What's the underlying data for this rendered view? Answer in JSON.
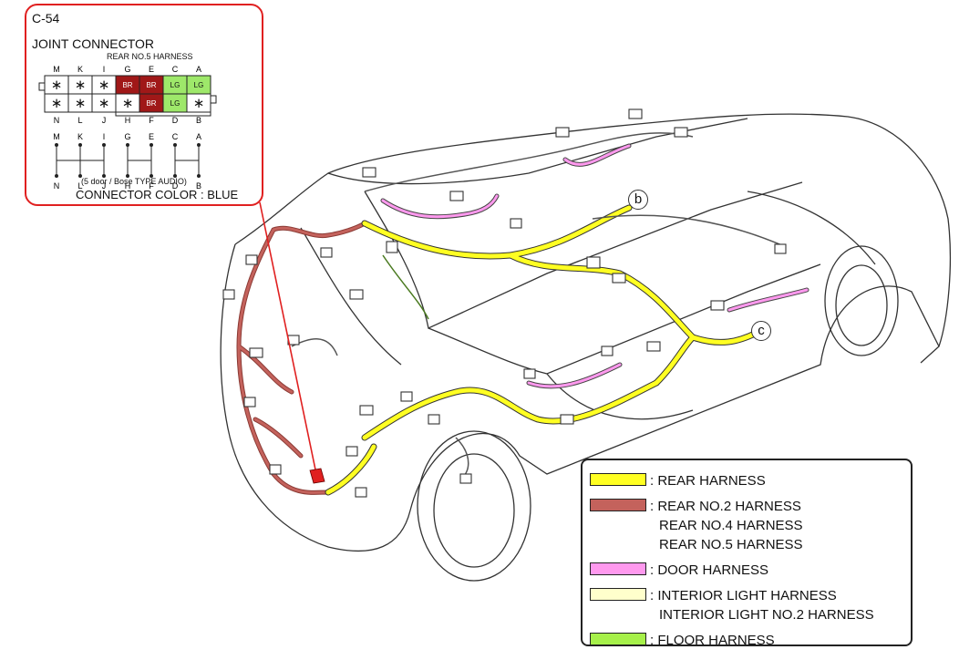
{
  "connector": {
    "code": "C-54",
    "name": "JOINT CONNECTOR",
    "harness_label": "REAR NO.5 HARNESS",
    "top_letters": [
      "M",
      "K",
      "I",
      "G",
      "E",
      "C",
      "A"
    ],
    "bottom_letters": [
      "N",
      "L",
      "J",
      "H",
      "F",
      "D",
      "B"
    ],
    "top_cells": [
      "∗",
      "∗",
      "∗",
      "BR",
      "BR",
      "LG",
      "LG"
    ],
    "bottom_cells": [
      "∗",
      "∗",
      "∗",
      "∗",
      "BR",
      "LG",
      "∗"
    ],
    "top_fill": [
      "#ffffff",
      "#ffffff",
      "#ffffff",
      "#a01818",
      "#a01818",
      "#9ee86a",
      "#9ee86a"
    ],
    "bottom_fill": [
      "#ffffff",
      "#ffffff",
      "#ffffff",
      "#ffffff",
      "#a01818",
      "#9ee86a",
      "#ffffff"
    ],
    "note": "(5 door / Bose TYPE AUDIO)",
    "color_label": "CONNECTOR COLOR : BLUE"
  },
  "markers": {
    "b": "b",
    "c": "c"
  },
  "legend": {
    "rows": [
      {
        "color": "#ffff22",
        "lines": [
          ": REAR HARNESS"
        ]
      },
      {
        "color": "#c4625c",
        "lines": [
          ": REAR NO.2 HARNESS",
          "REAR NO.4 HARNESS",
          "REAR NO.5 HARNESS"
        ]
      },
      {
        "color": "#ff99ee",
        "lines": [
          ": DOOR HARNESS"
        ]
      },
      {
        "color": "#ffffcc",
        "lines": [
          ": INTERIOR LIGHT HARNESS",
          "INTERIOR LIGHT NO.2 HARNESS"
        ]
      },
      {
        "color": "#a6f04a",
        "lines": [
          ": FLOOR HARNESS"
        ]
      }
    ]
  }
}
